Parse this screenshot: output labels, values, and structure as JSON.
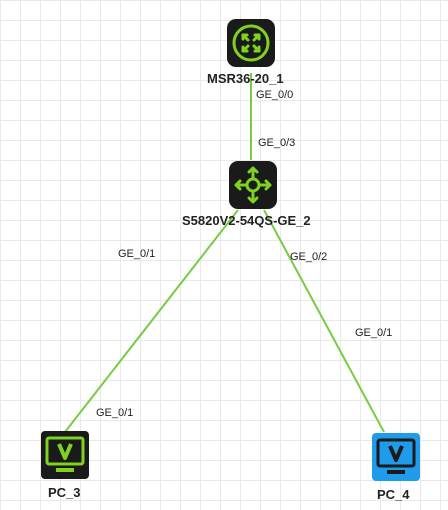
{
  "topology": {
    "background_color": "#ffffff",
    "grid_color": "#e9e9e9",
    "link_color": "#77cc44",
    "devices": [
      {
        "id": "router",
        "label": "MSR36-20_1",
        "type": "router",
        "icon": "router-icon",
        "color": "#1a1a1a",
        "accent": "#7ed321"
      },
      {
        "id": "switch",
        "label": "S5820V2-54QS-GE_2",
        "type": "switch",
        "icon": "l3-switch-icon",
        "color": "#1a1a1a",
        "accent": "#7ed321"
      },
      {
        "id": "pc3",
        "label": "PC_3",
        "type": "pc",
        "icon": "monitor-icon",
        "color": "#1a1a1a",
        "accent": "#7ed321"
      },
      {
        "id": "pc4",
        "label": "PC_4",
        "type": "pc",
        "icon": "monitor-icon",
        "color": "#1e9bea",
        "accent": "#7ed321"
      }
    ],
    "links": [
      {
        "from": "router",
        "from_port": "GE_0/0",
        "to": "switch",
        "to_port": "GE_0/3"
      },
      {
        "from": "switch",
        "from_port": "GE_0/1",
        "to": "pc3",
        "to_port": "GE_0/1"
      },
      {
        "from": "switch",
        "from_port": "GE_0/2",
        "to": "pc4",
        "to_port": "GE_0/1"
      }
    ]
  }
}
